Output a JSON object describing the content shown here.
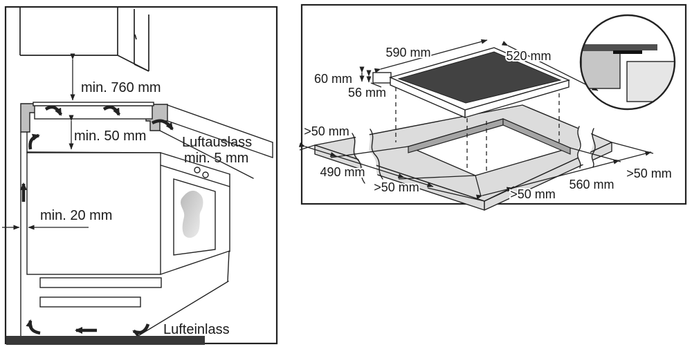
{
  "left_panel": {
    "dim_760": "min. 760 mm",
    "dim_50": "min. 50 mm",
    "air_outlet_label": "Luftauslass",
    "dim_5": "min. 5 mm",
    "dim_20": "min. 20 mm",
    "air_inlet_label": "Lufteinlass"
  },
  "right_panel": {
    "hob_width": "590 mm",
    "hob_depth": "520 mm",
    "hob_height_total": "60 mm",
    "hob_height_below": "56 mm",
    "clearance_left": ">50 mm",
    "cutout_depth": "490 mm",
    "clearance_front_left": ">50 mm",
    "clearance_front_right": ">50 mm",
    "cutout_width": "560 mm",
    "clearance_right": ">50 mm"
  },
  "colors": {
    "line": "#222222",
    "panel_bg": "#ffffff",
    "gray_counter": "#bfbfbf",
    "glass_dark": "#424242",
    "slab_top": "#dcdcdc",
    "cutout_wall": "#a5a5a5",
    "floor_bar": "#383838",
    "inset_worktop": "#c6c6c6",
    "inset_cabinet": "#e6e6e6",
    "inset_glass": "#4f4f4f"
  }
}
